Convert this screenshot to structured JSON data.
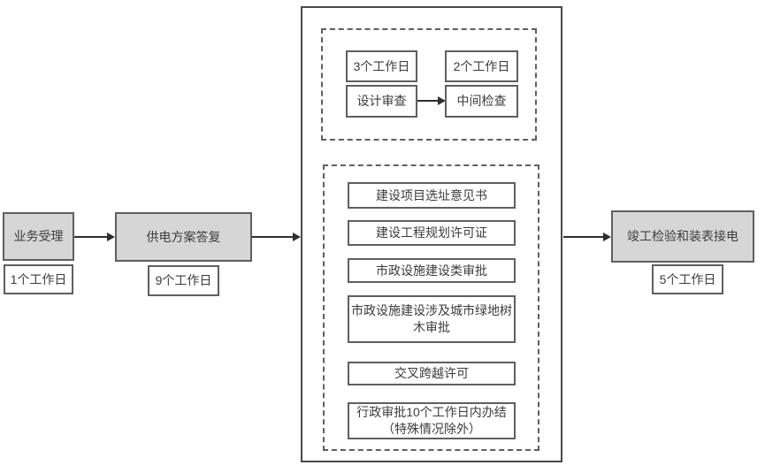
{
  "colors": {
    "stage_fill": "#d6d6d6",
    "box_border": "#5f5f5f",
    "outer_border": "#4a4a4a",
    "arrow": "#2f2f2f",
    "text": "#3c3c3c"
  },
  "stages": {
    "intake": {
      "label": "业务受理",
      "duration": "1个工作日"
    },
    "supply_plan": {
      "label": "供电方案答复",
      "duration": "9个工作日"
    },
    "completion": {
      "label": "竣工检验和装表接电",
      "duration": "5个工作日"
    }
  },
  "construction_phase": {
    "inspection_group": {
      "design_review": {
        "duration": "3个工作日",
        "label": "设计审查"
      },
      "interim_inspection": {
        "duration": "2个工作日",
        "label": "中间检查"
      }
    },
    "approvals_group": {
      "items": [
        {
          "lines": [
            "建设项目选址意见书"
          ]
        },
        {
          "lines": [
            "建设工程规划许可证"
          ]
        },
        {
          "lines": [
            "市政设施建设类审批"
          ]
        },
        {
          "lines": [
            "市政设施建设涉及城市绿地树",
            "木审批"
          ]
        },
        {
          "lines": [
            "交叉跨越许可"
          ]
        },
        {
          "lines": [
            "行政审批10个工作日内办结",
            "（特殊情况除外）"
          ]
        }
      ]
    }
  }
}
